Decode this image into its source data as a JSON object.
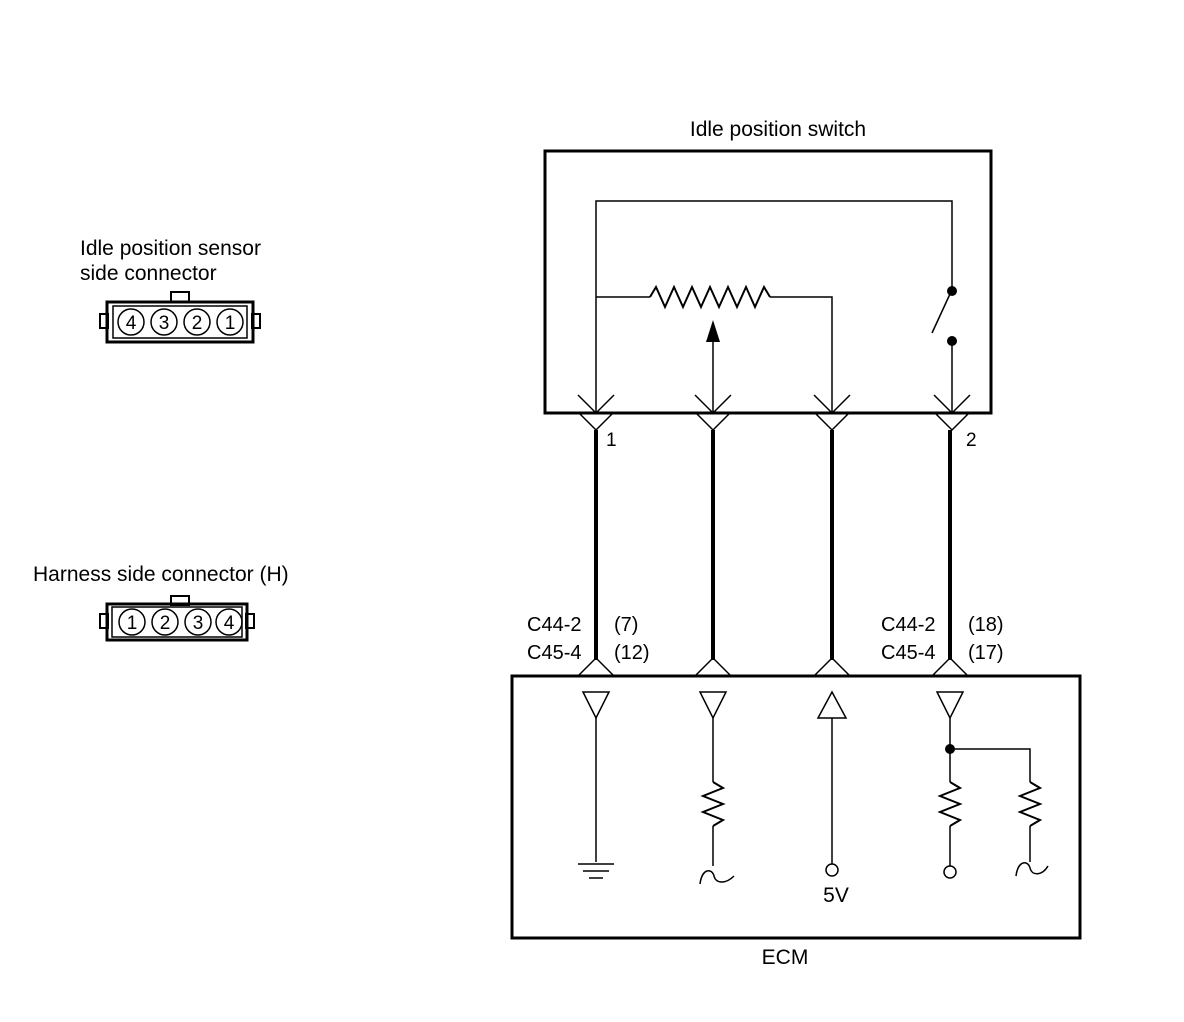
{
  "sensor_connector": {
    "title_line1": "Idle position sensor",
    "title_line2": "side connector",
    "pins": [
      "4",
      "3",
      "2",
      "1"
    ]
  },
  "harness_connector": {
    "title": "Harness side connector (H)",
    "pins": [
      "1",
      "2",
      "3",
      "4"
    ]
  },
  "switch_box": {
    "title": "Idle position switch",
    "pin_left": "1",
    "pin_right": "2"
  },
  "wire_labels": {
    "left_line1": "C44-2",
    "left_pin1": "(7)",
    "left_line2": "C45-4",
    "left_pin2": "(12)",
    "right_line1": "C44-2",
    "right_pin1": "(18)",
    "right_line2": "C45-4",
    "right_pin2": "(17)"
  },
  "ecm": {
    "title": "ECM",
    "voltage": "5V"
  }
}
